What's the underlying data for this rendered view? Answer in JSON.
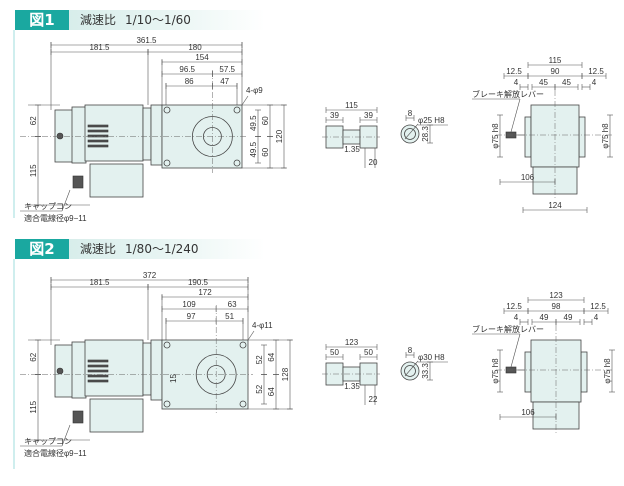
{
  "figures": [
    {
      "label": "図1",
      "ratio_label": "減速比",
      "ratio": "1/10～1/60",
      "front": {
        "overall": "361.5",
        "motor": "181.5",
        "gear": "180",
        "base": "154",
        "b1": "96.5",
        "b2": "57.5",
        "h1": "86",
        "h2": "47",
        "holes": "4-φ9",
        "top": "62",
        "bottom": "115",
        "c1": "49.5",
        "c2": "49.5",
        "d1": "60",
        "d2": "60",
        "total_h": "120"
      },
      "cap_label": "キャップコン",
      "cable_label": "適合電線径φ9−11",
      "shaft": {
        "width": "115",
        "l": "39",
        "r": "39",
        "chamfer": "1.35",
        "depth": "20"
      },
      "bore": {
        "key": "8",
        "dia": "φ25 H8",
        "h": "28.3"
      },
      "side": {
        "width": "115",
        "m1": "12.5",
        "mid": "90",
        "m2": "12.5",
        "s1": "4",
        "h1": "45",
        "h2": "45",
        "s2": "4",
        "lever": "ブレーキ解放レバー",
        "pilot_l": "φ75 h8",
        "pilot_r": "φ75 h8",
        "lever_len": "106",
        "base": "124"
      }
    },
    {
      "label": "図2",
      "ratio_label": "減速比",
      "ratio": "1/80～1/240",
      "front": {
        "overall": "372",
        "motor": "181.5",
        "gear": "190.5",
        "base": "172",
        "b1": "109",
        "b2": "63",
        "h1": "97",
        "h2": "51",
        "holes": "4-φ11",
        "top": "62",
        "bottom": "115",
        "c1": "52",
        "c2": "52",
        "d1": "64",
        "d2": "64",
        "total_h": "128",
        "offset": "15"
      },
      "cap_label": "キャップコン",
      "cable_label": "適合電線径φ9−11",
      "shaft": {
        "width": "123",
        "l": "50",
        "r": "50",
        "chamfer": "1.35",
        "depth": "22"
      },
      "bore": {
        "key": "8",
        "dia": "φ30 H8",
        "h": "33.3"
      },
      "side": {
        "width": "123",
        "m1": "12.5",
        "mid": "98",
        "m2": "12.5",
        "s1": "4",
        "h1": "49",
        "h2": "49",
        "s2": "4",
        "lever": "ブレーキ解放レバー",
        "pilot_l": "φ75 h8",
        "pilot_r": "φ75 h8",
        "lever_len": "106"
      }
    }
  ]
}
